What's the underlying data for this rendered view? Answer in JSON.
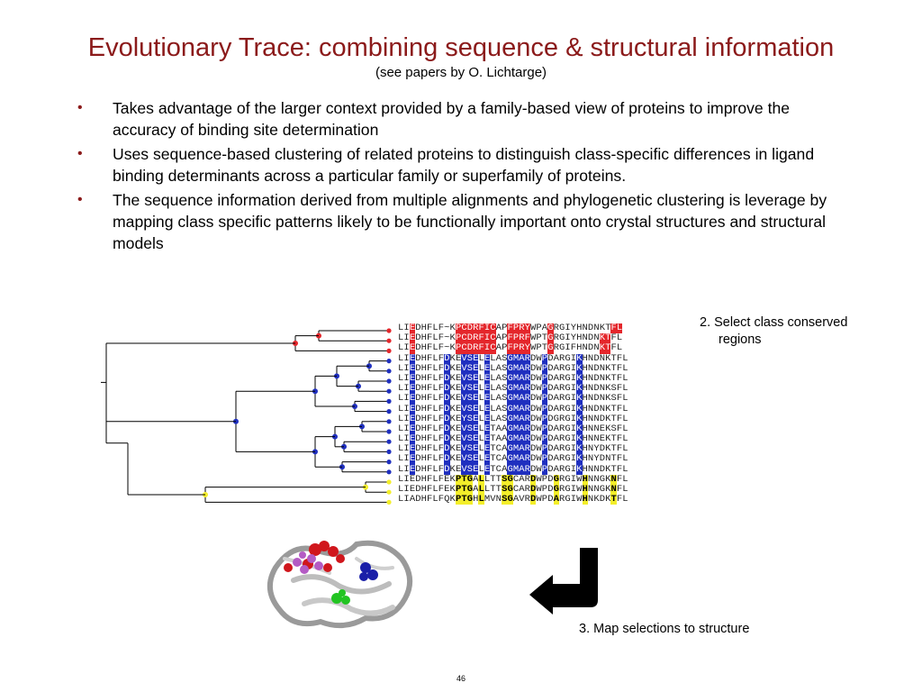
{
  "slide": {
    "title": "Evolutionary Trace: combining sequence & structural information",
    "subtitle": "(see papers by O. Lichtarge)",
    "bullets": [
      "Takes advantage of the larger context provided by a family-based view of proteins to improve the accuracy of binding site determination",
      "Uses sequence-based clustering of related proteins to distinguish class-specific differences in ligand binding determinants across a particular family or superfamily of proteins.",
      "The sequence information derived from multiple alignments and phylogenetic clustering is leverage by mapping class specific patterns likely to be functionally important onto crystal structures and structural models"
    ],
    "bullet_symbol": "•",
    "step2_line1": "2. Select class conserved",
    "step2_line2": "regions",
    "step3": "3. Map selections to structure",
    "page_number": "46"
  },
  "colors": {
    "title": "#8b1a1a",
    "red_class": "#e4262b",
    "blue_class": "#1f2fbf",
    "yellow_class": "#f3ee2a"
  },
  "alignment": {
    "rows": [
      {
        "seq": "LIEDHFLF~KPCDRFICAPFPRYWPAGRGIYHNDNKTFL",
        "cls": "red",
        "cols": [
          2,
          10,
          11,
          12,
          13,
          14,
          15,
          16,
          19,
          20,
          21,
          22,
          26,
          37,
          38
        ]
      },
      {
        "seq": "LIEDHFLF~KPCDRFICAPFPRFWPTGRGIYHNDNKTFL",
        "cls": "red",
        "cols": [
          2,
          10,
          11,
          12,
          13,
          14,
          15,
          16,
          19,
          20,
          21,
          22,
          26,
          35,
          36
        ]
      },
      {
        "seq": "LIEDHFLF~KPCDRFICAPFPRYWPTGRGIFHNDNKTFL",
        "cls": "red",
        "cols": [
          2,
          10,
          11,
          12,
          13,
          14,
          15,
          16,
          19,
          20,
          21,
          22,
          26,
          35,
          36
        ]
      },
      {
        "seq": "LIEDHFLFDKEVSELELASGMARDWPDARGIKHNDNKTFL",
        "cls": "blue",
        "cols": [
          2,
          8,
          11,
          12,
          13,
          15,
          19,
          20,
          21,
          22,
          25,
          31
        ]
      },
      {
        "seq": "LIEDHFLFDKEVSELELASGMARDWPDARGIKHNDNKTFL",
        "cls": "blue",
        "cols": [
          2,
          8,
          11,
          12,
          13,
          15,
          19,
          20,
          21,
          22,
          25,
          31
        ]
      },
      {
        "seq": "LIEDHFLFDKEVSELELASGMARDWPDARGIKHNDNKTFL",
        "cls": "blue",
        "cols": [
          2,
          8,
          11,
          12,
          13,
          15,
          19,
          20,
          21,
          22,
          25,
          31
        ]
      },
      {
        "seq": "LIEDHFLFDKEVSELELASGMARDWPDARGIKHNDNKSFL",
        "cls": "blue",
        "cols": [
          2,
          8,
          11,
          12,
          13,
          15,
          19,
          20,
          21,
          22,
          25,
          31
        ]
      },
      {
        "seq": "LIEDHFLFDKEVSELELASGMARDWPDARGIKHNDNKSFL",
        "cls": "blue",
        "cols": [
          2,
          8,
          11,
          12,
          13,
          15,
          19,
          20,
          21,
          22,
          25,
          31
        ]
      },
      {
        "seq": "LIEDHFLFDKEVSELELASGMARDWPDARGIKHNDNKTFL",
        "cls": "blue",
        "cols": [
          2,
          8,
          11,
          12,
          13,
          15,
          19,
          20,
          21,
          22,
          25,
          31
        ]
      },
      {
        "seq": "LIEDHFLFDKEYSELELASGMARDWPDGRGIKHNNDKTFL",
        "cls": "blue",
        "cols": [
          2,
          8,
          11,
          12,
          13,
          15,
          19,
          20,
          21,
          22,
          25,
          31
        ]
      },
      {
        "seq": "LIEDHFLFDKEVSELETAAGMARDWPDARGIKHNNEKSFL",
        "cls": "blue",
        "cols": [
          2,
          8,
          11,
          12,
          13,
          15,
          19,
          20,
          21,
          22,
          25,
          31
        ]
      },
      {
        "seq": "LIEDHFLFDKEVSELETAAGMARDWPDARGIKHNNEKTFL",
        "cls": "blue",
        "cols": [
          2,
          8,
          11,
          12,
          13,
          15,
          19,
          20,
          21,
          22,
          25,
          31
        ]
      },
      {
        "seq": "LIEDHFLFDKEVSELETCAGMARDWPDARGIKHNYDKTFL",
        "cls": "blue",
        "cols": [
          2,
          8,
          11,
          12,
          13,
          15,
          19,
          20,
          21,
          22,
          25,
          31
        ]
      },
      {
        "seq": "LIEDHFLFDKEVSELETCAGMARDWPDARGIKHNYDNTFL",
        "cls": "blue",
        "cols": [
          2,
          8,
          11,
          12,
          13,
          15,
          19,
          20,
          21,
          22,
          25,
          31
        ]
      },
      {
        "seq": "LIEDHFLFDKEVSELETCAGMARDWPDARGIKHNNDKTFL",
        "cls": "blue",
        "cols": [
          2,
          8,
          11,
          12,
          13,
          15,
          19,
          20,
          21,
          22,
          25,
          31
        ]
      },
      {
        "seq": "LIEDHFLFEKPTGALLTTSGCARDWPDGRGIWHNNGKNFL",
        "cls": "yel",
        "cols": [
          10,
          11,
          12,
          14,
          18,
          19,
          23,
          27,
          32,
          37
        ]
      },
      {
        "seq": "LIEDHFLFEKPTGALLTTSGCARDWPDGRGIWHNNGKNFL",
        "cls": "yel",
        "cols": [
          10,
          11,
          12,
          14,
          18,
          19,
          23,
          27,
          32,
          37
        ]
      },
      {
        "seq": "LIADHFLFQKPTGHLMVNSGAVRDWPDARGIWHNKDKTFL",
        "cls": "yel",
        "cols": [
          10,
          11,
          12,
          14,
          18,
          19,
          23,
          27,
          32,
          37
        ]
      }
    ]
  },
  "tree": {
    "leaf_classes": [
      "red",
      "red",
      "red",
      "blue",
      "blue",
      "blue",
      "blue",
      "blue",
      "blue",
      "blue",
      "blue",
      "blue",
      "blue",
      "blue",
      "blue",
      "yellow",
      "yellow",
      "yellow"
    ]
  }
}
